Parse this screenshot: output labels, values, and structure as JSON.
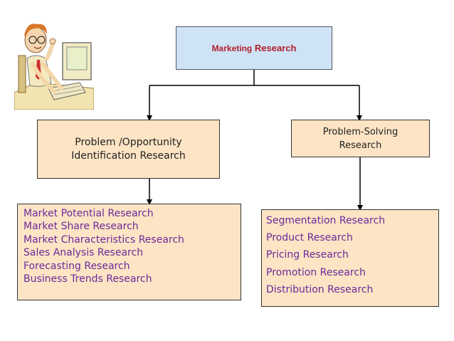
{
  "root": {
    "label_pre": "Marketing",
    "label_post": "Research"
  },
  "left_branch": {
    "title_line1": "Problem /Opportunity",
    "title_line2": "Identification Research",
    "items": [
      "Market Potential Research",
      "Market Share Research",
      "Market Characteristics Research",
      "Sales Analysis Research",
      "Forecasting Research",
      "Business Trends Research"
    ]
  },
  "right_branch": {
    "title_line1": "Problem-Solving",
    "title_line2": "Research",
    "items": [
      "Segmentation Research",
      "Product Research",
      "Pricing Research",
      "Promotion Research",
      "Distribution Research"
    ]
  },
  "colors": {
    "root_fill": "#cfe3f7",
    "root_text": "#b0202a",
    "box_fill": "#fde4c4",
    "item_text": "#6a2a9a",
    "connector": "#000000"
  },
  "icons": {
    "clipart": "man-at-computer-icon"
  }
}
